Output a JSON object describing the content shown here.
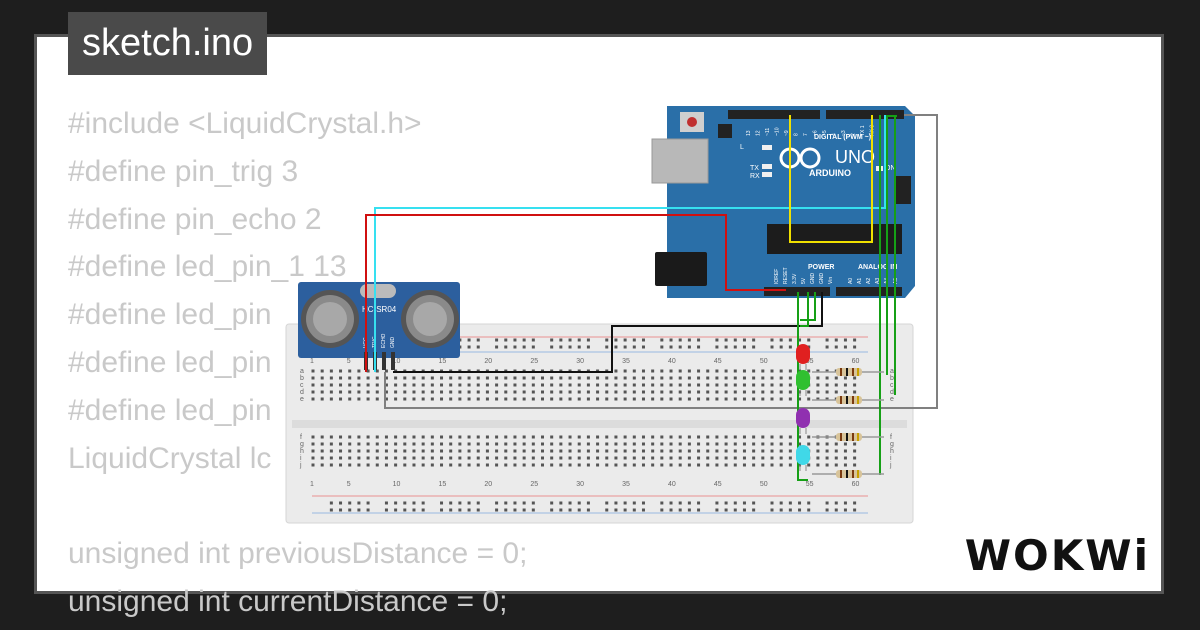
{
  "editor": {
    "file_tab": "sketch.ino",
    "code_lines": [
      "#include <LiquidCrystal.h>",
      "#define pin_trig 3",
      "#define pin_echo 2",
      "#define led_pin_1 13",
      "#define led_pin",
      "#define led_pin",
      "#define led_pin",
      "LiquidCrystal lc",
      "",
      "unsigned int previousDistance = 0;",
      "unsigned int currentDistance = 0;"
    ]
  },
  "brand": {
    "logo_text": "WOKWi"
  },
  "arduino": {
    "title_uno": "UNO",
    "title_arduino": "ARDUINO",
    "digital_label": "DIGITAL (PWM ~)",
    "power_label": "POWER",
    "analog_label": "ANALOG IN",
    "on_label": "ON",
    "aref": "AREF",
    "gnd": "GND",
    "l_label": "L",
    "tx_label": "TX",
    "rx_label": "RX",
    "power_pins": [
      "IOREF",
      "RESET",
      "3.3V",
      "5V",
      "GND",
      "GND",
      "Vin"
    ],
    "analog_pins": [
      "A0",
      "A1",
      "A2",
      "A3",
      "A4",
      "A5"
    ],
    "digital_pins": [
      "13",
      "12",
      "~11",
      "~10",
      "~9",
      "8",
      "7",
      "~6",
      "~5",
      "4",
      "~3",
      "2",
      "TX 1",
      "RX 0"
    ]
  },
  "sensor": {
    "model": "HC-SR04",
    "pins": [
      "VCC",
      "TRIG",
      "ECHO",
      "GND"
    ]
  },
  "breadboard": {
    "column_numbers": [
      "1",
      "5",
      "10",
      "15",
      "20",
      "25",
      "30",
      "35",
      "40",
      "45",
      "50",
      "55",
      "60"
    ],
    "row_letters_top": [
      "a",
      "b",
      "c",
      "d",
      "e"
    ],
    "row_letters_bottom": [
      "f",
      "g",
      "h",
      "i",
      "j"
    ]
  },
  "colors": {
    "wire_cyan": "#36e0f0",
    "wire_red": "#d01010",
    "wire_black": "#111111",
    "wire_yellow": "#f0e000",
    "wire_green": "#16a016",
    "wire_gray": "#808080",
    "led_red": "#e02020",
    "led_green": "#30c030",
    "led_purple": "#9030b0",
    "led_cyan": "#40d8e8",
    "arduino_blue": "#2a6fa8"
  }
}
